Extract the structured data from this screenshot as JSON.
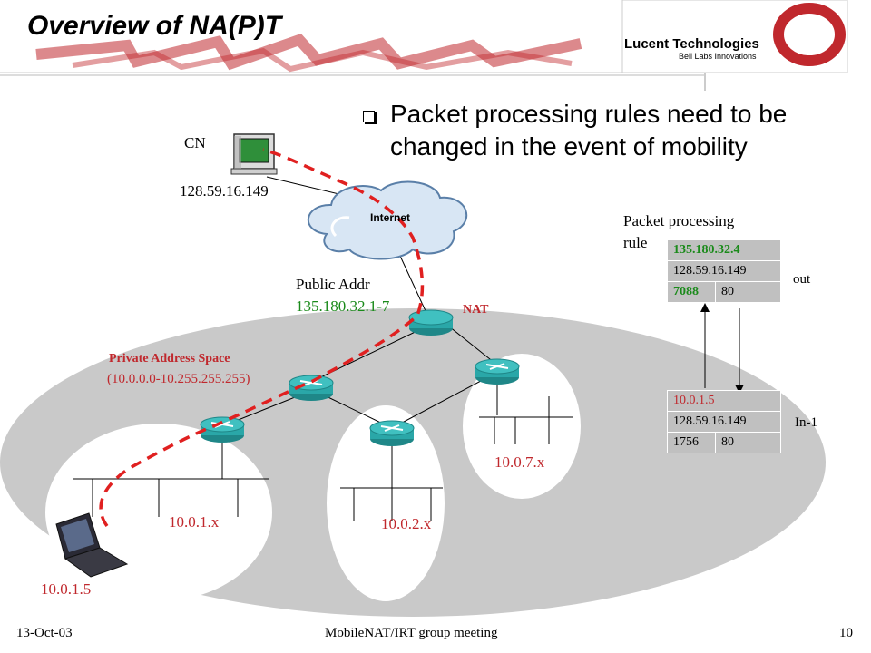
{
  "slide": {
    "title": "Overview of NA(P)T",
    "logo": {
      "name": "Lucent Technologies",
      "tagline": "Bell Labs Innovations"
    },
    "bullet": "Packet processing rules need to be changed in the event of mobility",
    "labels": {
      "cn": "CN",
      "cn_addr": "128.59.16.149",
      "internet": "Internet",
      "public_addr_label": "Public Addr",
      "public_addr_value": "135.180.32.1-7",
      "nat": "NAT",
      "private_space_label": "Private Address  Space",
      "private_space_range": "(10.0.0.0-10.255.255.255)",
      "subnet1": "10.0.1.x",
      "subnet2": "10.0.2.x",
      "subnet7": "10.0.7.x",
      "laptop_addr": "10.0.1.5",
      "rule_label_1": "Packet processing",
      "rule_label_2": "rule",
      "out": "out",
      "in": "In-1"
    },
    "rule_out": {
      "src": "135.180.32.4",
      "dst": "128.59.16.149",
      "sport": "7088",
      "dport": "80"
    },
    "rule_in": {
      "src": "10.0.1.5",
      "dst": "128.59.16.149",
      "sport": "1756",
      "dport": "80"
    },
    "footer": {
      "date": "13-Oct-03",
      "meeting": "MobileNAT/IRT group meeting",
      "page": "10"
    },
    "colors": {
      "red": "#c0282d",
      "green": "#1a8a1a",
      "region": "#c9c9c9",
      "router": "#2aa7a8"
    }
  }
}
